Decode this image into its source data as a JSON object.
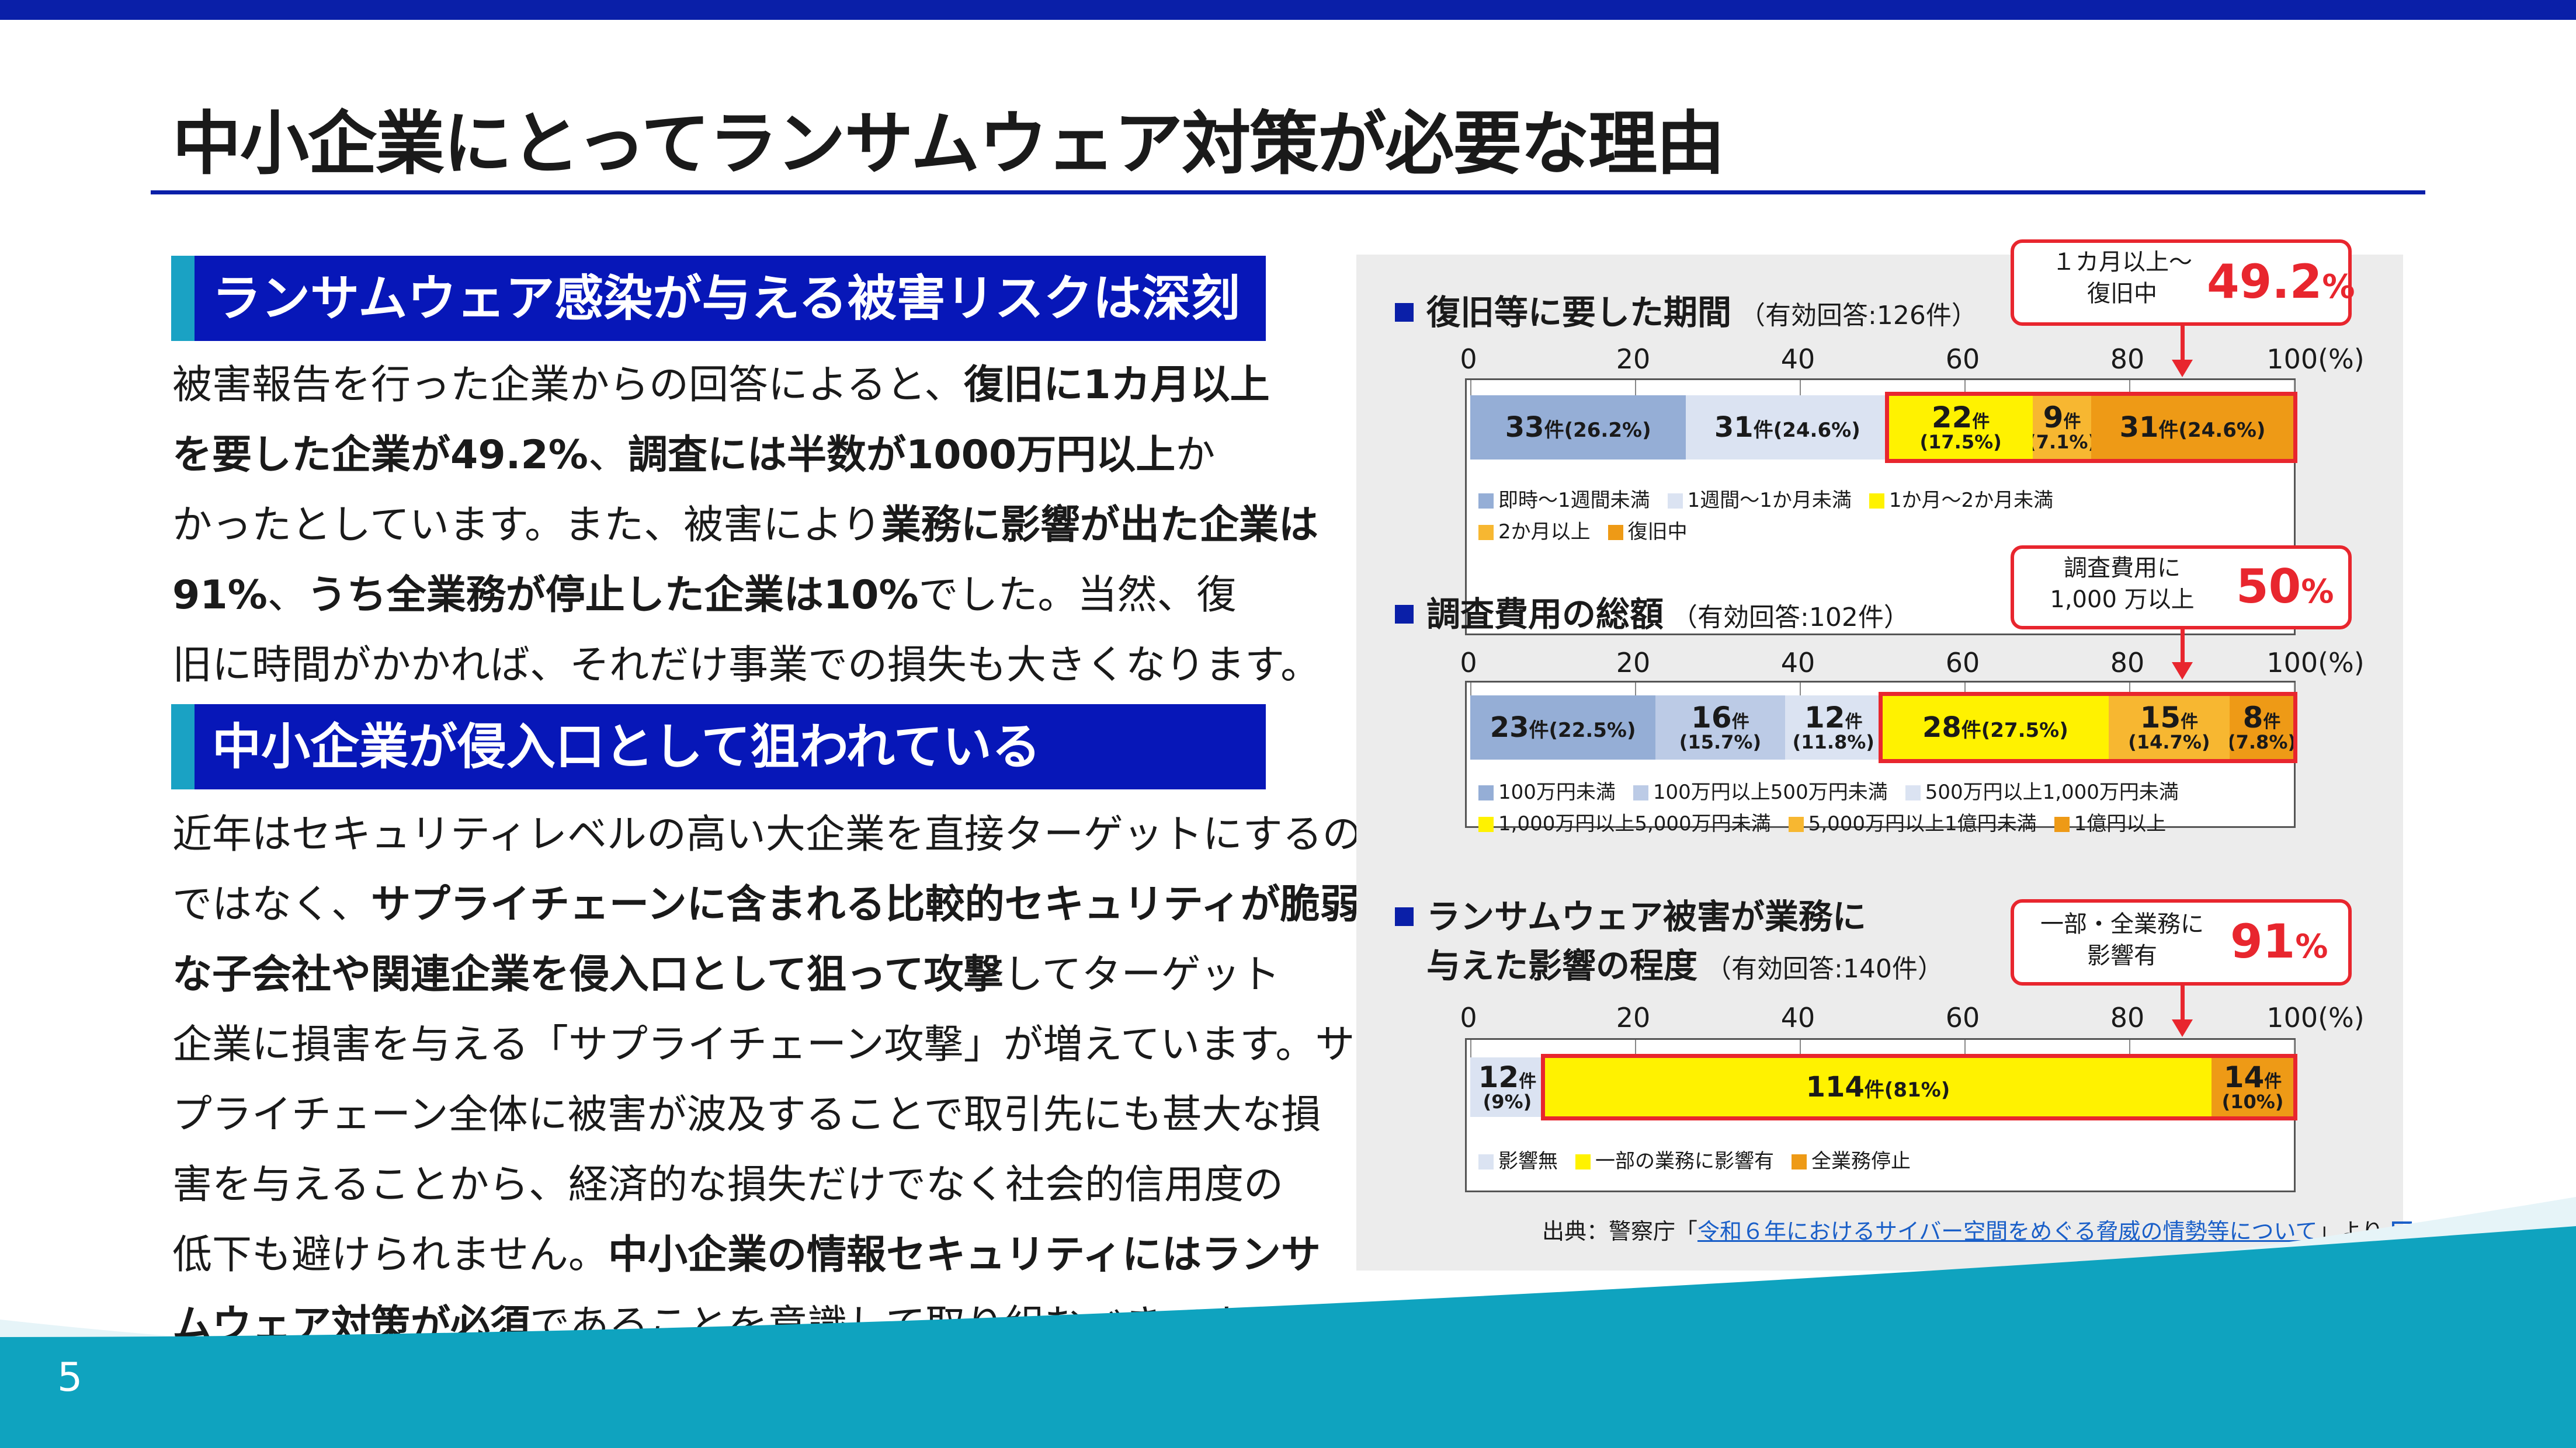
{
  "title": "中小企業にとってランサムウェア対策が必要な理由",
  "page_number": "5",
  "colors": {
    "brand": "#0a1fa8",
    "accent": "#1aa2c4",
    "highlight": "#e8262e"
  },
  "sections": [
    {
      "heading": "ランサムウェア感染が与える被害リスクは深刻",
      "lines": [
        [
          {
            "t": "被害報告を行った企業からの回答によると、"
          },
          {
            "t": "復旧に1カ月以上",
            "b": true
          }
        ],
        [
          {
            "t": "を要した企業が49.2%",
            "b": true
          },
          {
            "t": "、"
          },
          {
            "t": "調査には半数が1000万円以上",
            "b": true
          },
          {
            "t": "か"
          }
        ],
        [
          {
            "t": "かったとしています。また、被害により"
          },
          {
            "t": "業務に影響が出た企業は",
            "b": true
          }
        ],
        [
          {
            "t": "91%",
            "b": true
          },
          {
            "t": "、"
          },
          {
            "t": "うち全業務が停止した企業は10%",
            "b": true
          },
          {
            "t": "でした。当然、復"
          }
        ],
        [
          {
            "t": "旧に時間がかかれば、それだけ事業での損失も大きくなります。"
          }
        ]
      ]
    },
    {
      "heading": "中小企業が侵入口として狙われている",
      "lines": [
        [
          {
            "t": "近年はセキュリティレベルの高い大企業を直接ターゲットにするの"
          }
        ],
        [
          {
            "t": "ではなく、"
          },
          {
            "t": "サプライチェーンに含まれる比較的セキュリティが脆弱",
            "b": true
          }
        ],
        [
          {
            "t": "な子会社や関連企業を侵入口として狙って攻撃",
            "b": true
          },
          {
            "t": "してターゲット"
          }
        ],
        [
          {
            "t": "企業に損害を与える「サプライチェーン攻撃」が増えています。サ"
          }
        ],
        [
          {
            "t": "プライチェーン全体に被害が波及することで取引先にも甚大な損"
          }
        ],
        [
          {
            "t": "害を与えることから、経済的な損失だけでなく社会的信用度の"
          }
        ],
        [
          {
            "t": "低下も避けられません。"
          },
          {
            "t": "中小企業の情報セキュリティにはランサ",
            "b": true
          }
        ],
        [
          {
            "t": "ムウェア対策が必須",
            "b": true
          },
          {
            "t": "であることを意識して取り組むべきです。"
          }
        ]
      ]
    }
  ],
  "source": {
    "prefix": "出典：警察庁「",
    "link": "令和６年におけるサイバー空間をめぐる脅威の情勢等について",
    "suffix": "」より"
  },
  "chart_data": [
    {
      "type": "bar",
      "orientation": "stacked-horizontal-100",
      "title": "復旧等に要した期間",
      "note": "（有効回答:126件）",
      "ticks": [
        "0",
        "20",
        "40",
        "60",
        "80",
        "100(%)"
      ],
      "xlim": [
        0,
        100
      ],
      "series": [
        {
          "name": "即時～1週間未満",
          "count": "33",
          "pct": "(26.2%)",
          "value": 26.2,
          "color": "#95aed6",
          "layout": "one"
        },
        {
          "name": "1週間～1か月未満",
          "count": "31",
          "pct": "(24.6%)",
          "value": 24.6,
          "color": "#dbe3f2",
          "layout": "one"
        },
        {
          "name": "1か月～2か月未満",
          "count": "22",
          "pct": "(17.5%)",
          "value": 17.5,
          "color": "#fff200",
          "layout": "two"
        },
        {
          "name": "2か月以上",
          "count": "9",
          "pct": "(7.1%)",
          "value": 7.1,
          "color": "#f7b731",
          "layout": "two"
        },
        {
          "name": "復旧中",
          "count": "31",
          "pct": "(24.6%)",
          "value": 24.6,
          "color": "#ee9a16",
          "layout": "one"
        }
      ],
      "highlight_from": 2,
      "callout": {
        "text": "１カ月以上～\n復旧中",
        "value": "49.2",
        "unit": "%"
      }
    },
    {
      "type": "bar",
      "orientation": "stacked-horizontal-100",
      "title": "調査費用の総額",
      "note": "（有効回答:102件）",
      "ticks": [
        "0",
        "20",
        "40",
        "60",
        "80",
        "100(%)"
      ],
      "xlim": [
        0,
        100
      ],
      "series": [
        {
          "name": "100万円未満",
          "count": "23",
          "pct": "(22.5%)",
          "value": 22.5,
          "color": "#95aed6",
          "layout": "one"
        },
        {
          "name": "100万円以上500万円未満",
          "count": "16",
          "pct": "(15.7%)",
          "value": 15.7,
          "color": "#bccbe6",
          "layout": "two"
        },
        {
          "name": "500万円以上1,000万円未満",
          "count": "12",
          "pct": "(11.8%)",
          "value": 11.8,
          "color": "#dbe3f2",
          "layout": "two"
        },
        {
          "name": "1,000万円以上5,000万円未満",
          "count": "28",
          "pct": "(27.5%)",
          "value": 27.5,
          "color": "#fff200",
          "layout": "one"
        },
        {
          "name": "5,000万円以上1億円未満",
          "count": "15",
          "pct": "(14.7%)",
          "value": 14.7,
          "color": "#f7b731",
          "layout": "two"
        },
        {
          "name": "1億円以上",
          "count": "8",
          "pct": "(7.8%)",
          "value": 7.8,
          "color": "#ee9a16",
          "layout": "two"
        }
      ],
      "highlight_from": 3,
      "callout": {
        "text": "調査費用に\n1,000 万以上",
        "value": "50",
        "unit": "%"
      }
    },
    {
      "type": "bar",
      "orientation": "stacked-horizontal-100",
      "title": "ランサムウェア被害が業務に\n与えた影響の程度",
      "note": "（有効回答:140件）",
      "ticks": [
        "0",
        "20",
        "40",
        "60",
        "80",
        "100(%)"
      ],
      "xlim": [
        0,
        100
      ],
      "series": [
        {
          "name": "影響無",
          "count": "12",
          "pct": "(9%)",
          "value": 9,
          "color": "#dbe3f2",
          "layout": "two"
        },
        {
          "name": "一部の業務に影響有",
          "count": "114",
          "pct": "(81%)",
          "value": 81,
          "color": "#fff200",
          "layout": "one"
        },
        {
          "name": "全業務停止",
          "count": "14",
          "pct": "(10%)",
          "value": 10,
          "color": "#ee9a16",
          "layout": "two"
        }
      ],
      "highlight_from": 1,
      "callout": {
        "text": "一部・全業務に\n影響有",
        "value": "91",
        "unit": "%"
      }
    }
  ]
}
